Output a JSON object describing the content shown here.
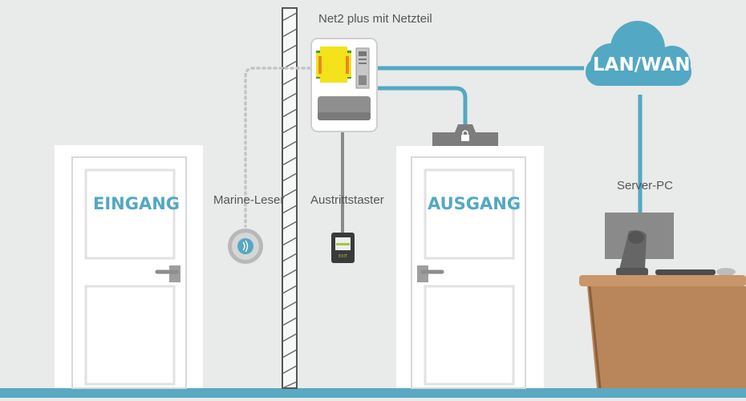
{
  "labels": {
    "controller": "Net2 plus mit Netzteil",
    "reader": "Marine-Leser",
    "exit_button": "Austrittstaster",
    "server": "Server-PC",
    "network": "LAN/WAN",
    "door_left": "EINGANG",
    "door_right": "AUSGANG",
    "exit_button_text": "EXIT"
  },
  "colors": {
    "background": "#e9eaea",
    "accent": "#53a8c3",
    "door": "#ffffff",
    "desk": "#b8865a"
  }
}
